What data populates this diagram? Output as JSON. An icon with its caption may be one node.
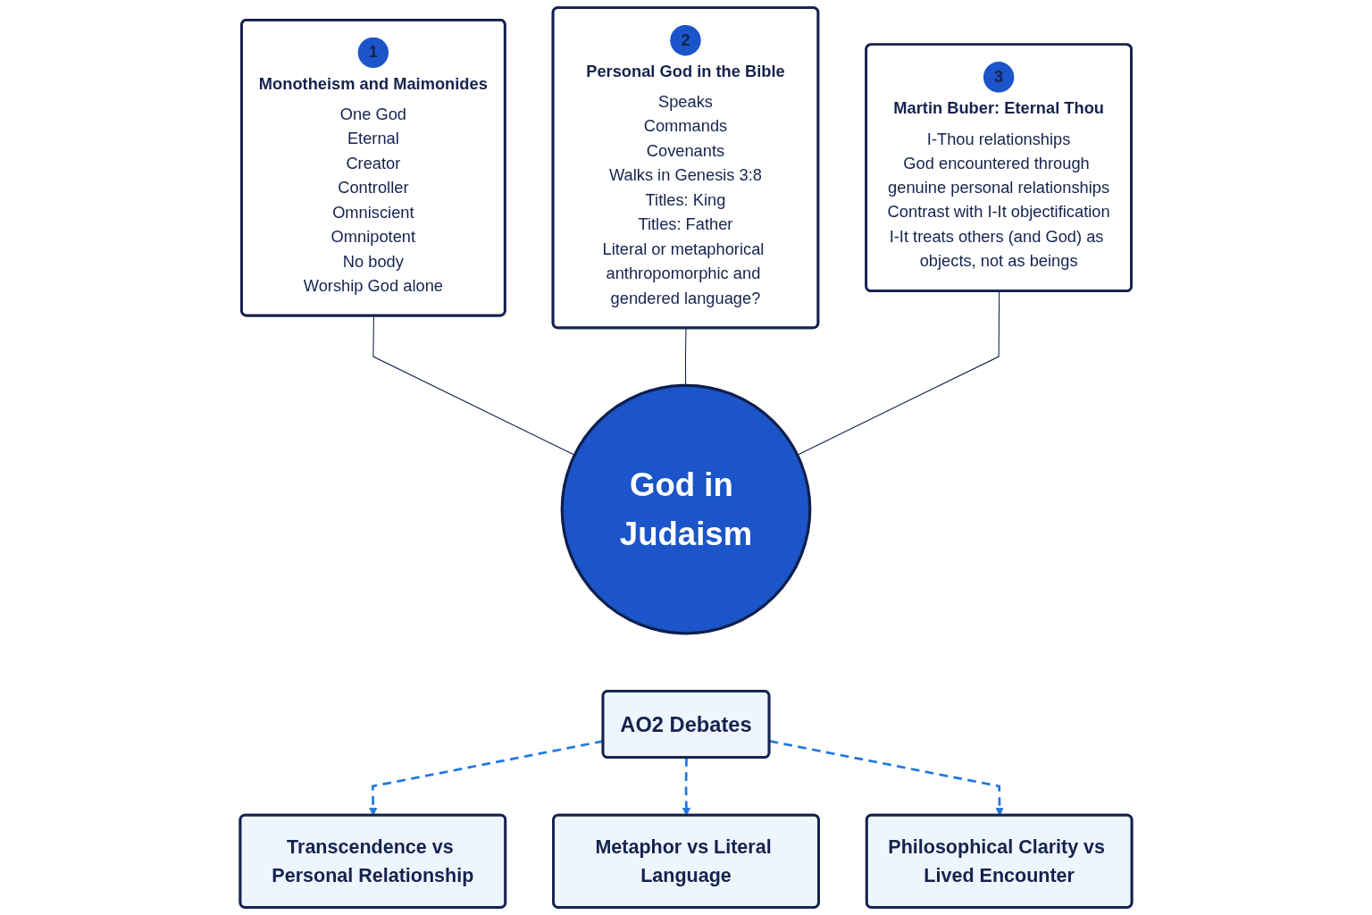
{
  "diagram": {
    "nodes": [
      {
        "text": [
          "1",
          "Monotheism and Maimonides",
          "One God",
          "Eternal",
          "Creator",
          "Controller",
          "Omniscient",
          "Omnipotent",
          "No body",
          "Worship God alone"
        ]
      },
      {
        "text": [
          "2",
          "Personal God in the Bible",
          "Speaks",
          "Commands",
          "Covenants",
          "Walks in Genesis 3:8",
          "Titles: King",
          "Titles: Father",
          "Literal or metaphorical anthropomorphic and gendered language?"
        ]
      },
      {
        "text": [
          "3",
          "Martin Buber: Eternal Thou",
          "I-Thou relationships",
          "God encountered through genuine personal relationships",
          "Contrast with I-It objectification",
          "I-It treats others (and God) as objects, not as beings"
        ]
      },
      {
        "text": [
          "God in Judaism"
        ]
      },
      {
        "text": [
          "AO2 Debates"
        ]
      },
      {
        "text": [
          "Transcendence vs Personal Relationship"
        ]
      },
      {
        "text": [
          "Metaphor vs Literal Language"
        ]
      },
      {
        "text": [
          "Philosophical Clarity vs Lived Encounter"
        ]
      }
    ],
    "edges": [
      {
        "from": 0,
        "to": 3,
        "arrow": "none"
      },
      {
        "from": 1,
        "to": 3,
        "arrow": "none"
      },
      {
        "from": 2,
        "to": 3,
        "arrow": "none"
      },
      {
        "from": 4,
        "to": 5,
        "arrow": "to",
        "style": "dashed",
        "color": "#1f78e0"
      },
      {
        "from": 4,
        "to": 6,
        "arrow": "to",
        "style": "dashed",
        "color": "#1f78e0"
      },
      {
        "from": 4,
        "to": 7,
        "arrow": "to",
        "style": "dashed",
        "color": "#1f78e0"
      }
    ]
  }
}
